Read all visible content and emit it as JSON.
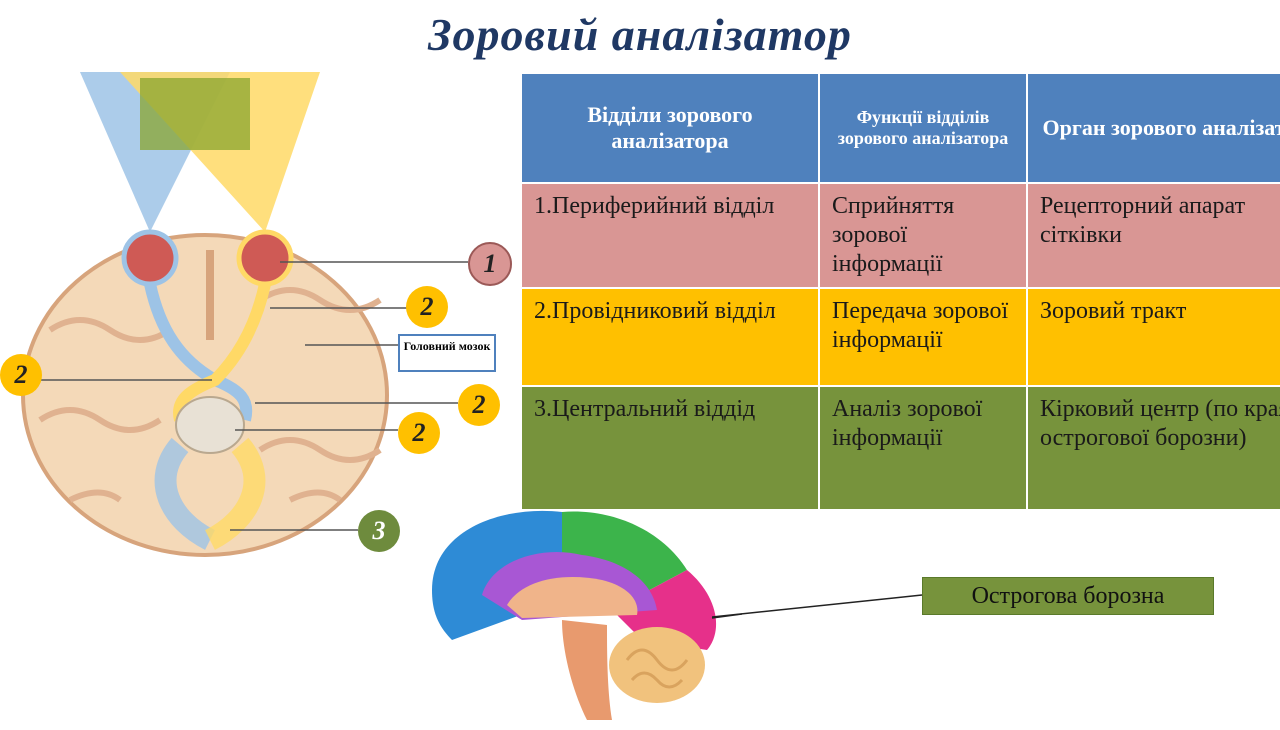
{
  "title": "Зоровий аналізатор",
  "table": {
    "headers": [
      "Відділи зорового аналізатора",
      "Функції відділів зорового аналізатора",
      "Орган зорового аналізатора"
    ],
    "rows": [
      [
        "1.Периферийний відділ",
        "Сприйняття зорової інформації",
        "Рецепторний апарат сітківки"
      ],
      [
        "2.Провідниковий відділ",
        "Передача зорової інформації",
        "Зоровий тракт"
      ],
      [
        "3.Центральний віддід",
        "Аналіз зорової інформації",
        "Кірковий центр (по краях острогової борозни)"
      ]
    ],
    "row_colors": [
      "#d99694",
      "#ffc000",
      "#77933c"
    ],
    "header_color": "#4f81bd"
  },
  "diagram": {
    "badges": [
      "1",
      "2",
      "2",
      "2",
      "2",
      "3"
    ],
    "brain_label": "Головний мозок",
    "sulcus_label": "Острогова борозна"
  },
  "colors": {
    "title": "#1f3864",
    "optic_blue": "#9dc3e6",
    "optic_yellow": "#ffd966",
    "cortex": "#f4d9b8"
  }
}
